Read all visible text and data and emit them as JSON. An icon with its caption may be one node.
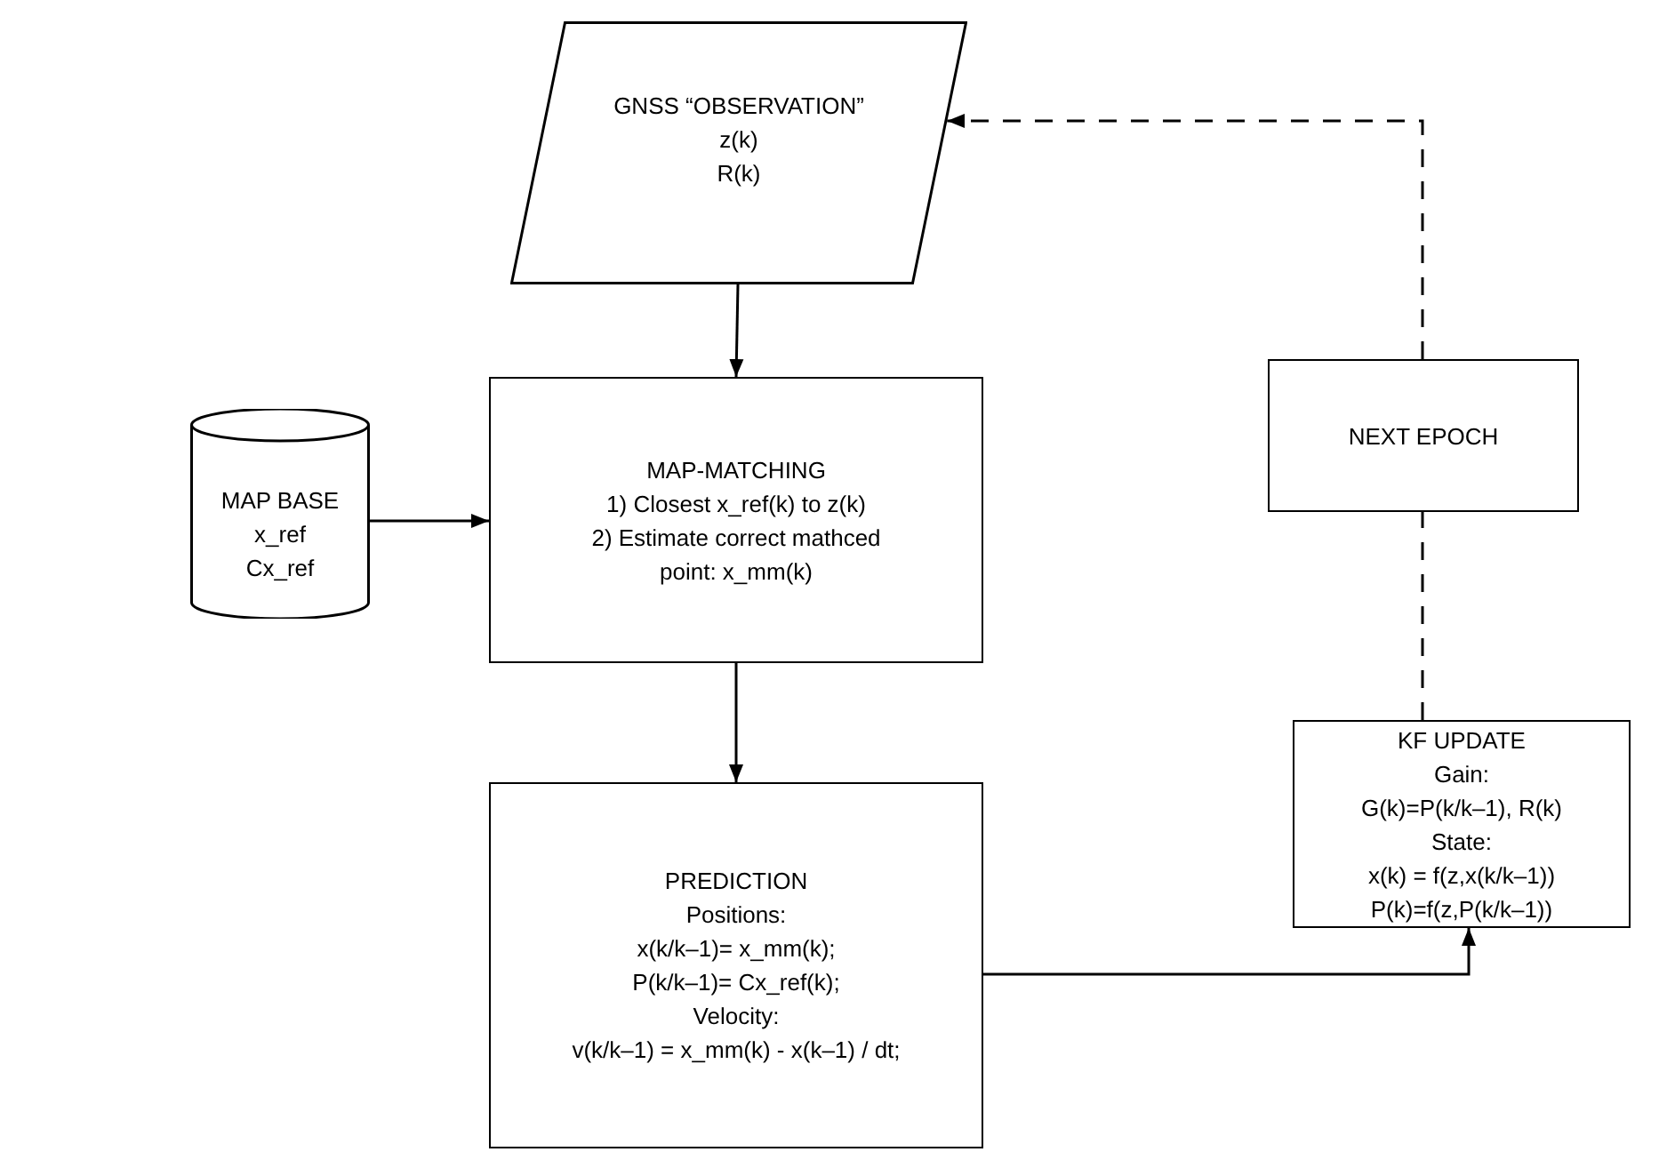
{
  "diagram": {
    "nodes": [
      {
        "text": [
          "GNSS “OBSERVATION”",
          "z(k)",
          "R(k)"
        ]
      },
      {
        "text": [
          "MAP BASE",
          "x_ref",
          "Cx_ref"
        ]
      },
      {
        "text": [
          "MAP-MATCHING",
          "1) Closest x_ref(k) to z(k)",
          "2) Estimate correct mathced point: x_mm(k)"
        ]
      },
      {
        "text": [
          "NEXT EPOCH"
        ]
      },
      {
        "text": [
          "KF UPDATE",
          "Gain:",
          "G(k)=P(k/k–1), R(k)",
          "State:",
          "x(k) = f(z,x(k/k–1))",
          "P(k)=f(z,P(k/k–1))"
        ]
      },
      {
        "text": [
          "PREDICTION",
          "Positions:",
          "x(k/k–1)= x_mm(k);",
          "P(k/k–1)= Cx_ref(k);",
          "Velocity:",
          "v(k/k–1) = x_mm(k) - x(k–1) / dt;"
        ]
      }
    ],
    "edges": [
      {
        "from": 0,
        "to": 2,
        "arrow": "to"
      },
      {
        "from": 1,
        "to": 2,
        "arrow": "to"
      },
      {
        "from": 2,
        "to": 5,
        "arrow": "to"
      },
      {
        "from": 5,
        "to": 4,
        "arrow": "to"
      },
      {
        "from": 4,
        "to": 3,
        "arrow": "none",
        "style": "dashed"
      },
      {
        "from": 3,
        "to": 0,
        "arrow": "to",
        "style": "dashed"
      }
    ]
  }
}
